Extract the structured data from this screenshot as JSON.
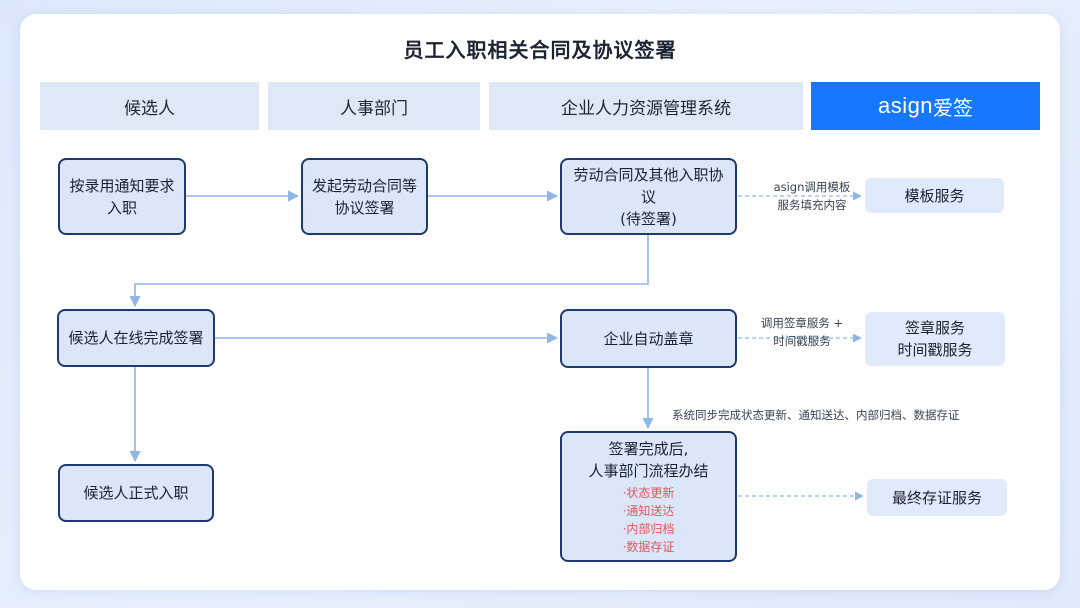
{
  "title": "员工入职相关合同及协议签署",
  "lanes": [
    "候选人",
    "人事部门",
    "企业人力资源管理系统"
  ],
  "brand": {
    "latin": "asign",
    "cn": "爱签",
    "color": "#1677ff"
  },
  "nodes": {
    "notice": "按录用通知要求入职",
    "initiate": "发起劳动合同等协议签署",
    "contract_l1": "劳动合同及其他入职协",
    "contract_l2": "议",
    "contract_l3": "(待签署)",
    "online_sign": "候选人在线完成签署",
    "auto_seal": "企业自动盖章",
    "formal_entry": "候选人正式入职",
    "complete_l1": "签署完成后,",
    "complete_l2": "人事部门流程办结",
    "complete_items": [
      "·状态更新",
      "·通知送达",
      "·内部归档",
      "·数据存证"
    ]
  },
  "services": {
    "template": "模板服务",
    "sign_l1": "签章服务",
    "sign_l2": "时间戳服务",
    "evidence": "最终存证服务"
  },
  "notes": {
    "template_l1": "asign调用模板",
    "template_l2": "服务填充内容",
    "sign_l1": "调用签章服务 +",
    "sign_l2": "时间戳服务",
    "sync": "系统同步完成状态更新、通知送达、内部归档、数据存证"
  },
  "colors": {
    "arrow": "#8fb6e6",
    "node_border": "#1e3a6e",
    "node_fill": "#dbe7f9",
    "accent_text": "#e0585b"
  }
}
